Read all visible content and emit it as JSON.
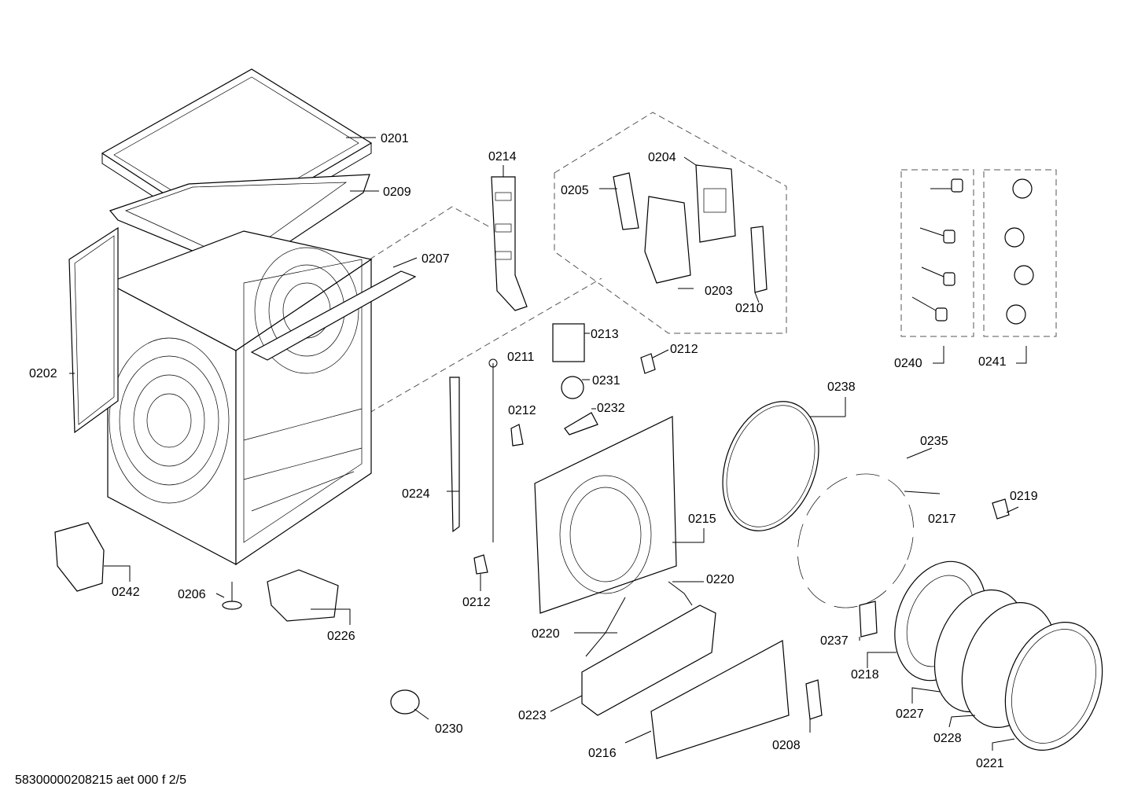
{
  "document_id": "58300000208215 aet 000 f 2/5",
  "labels": [
    "0201",
    "0209",
    "0207",
    "0202",
    "0214",
    "0205",
    "0204",
    "0203",
    "0210",
    "0240",
    "0241",
    "0213",
    "0211",
    "0212",
    "0231",
    "0232",
    "0212",
    "0238",
    "0235",
    "0224",
    "0217",
    "0219",
    "0215",
    "0220",
    "0242",
    "0206",
    "0226",
    "0212",
    "0220",
    "0237",
    "0218",
    "0227",
    "0223",
    "0228",
    "0216",
    "0208",
    "0221",
    "0230"
  ]
}
